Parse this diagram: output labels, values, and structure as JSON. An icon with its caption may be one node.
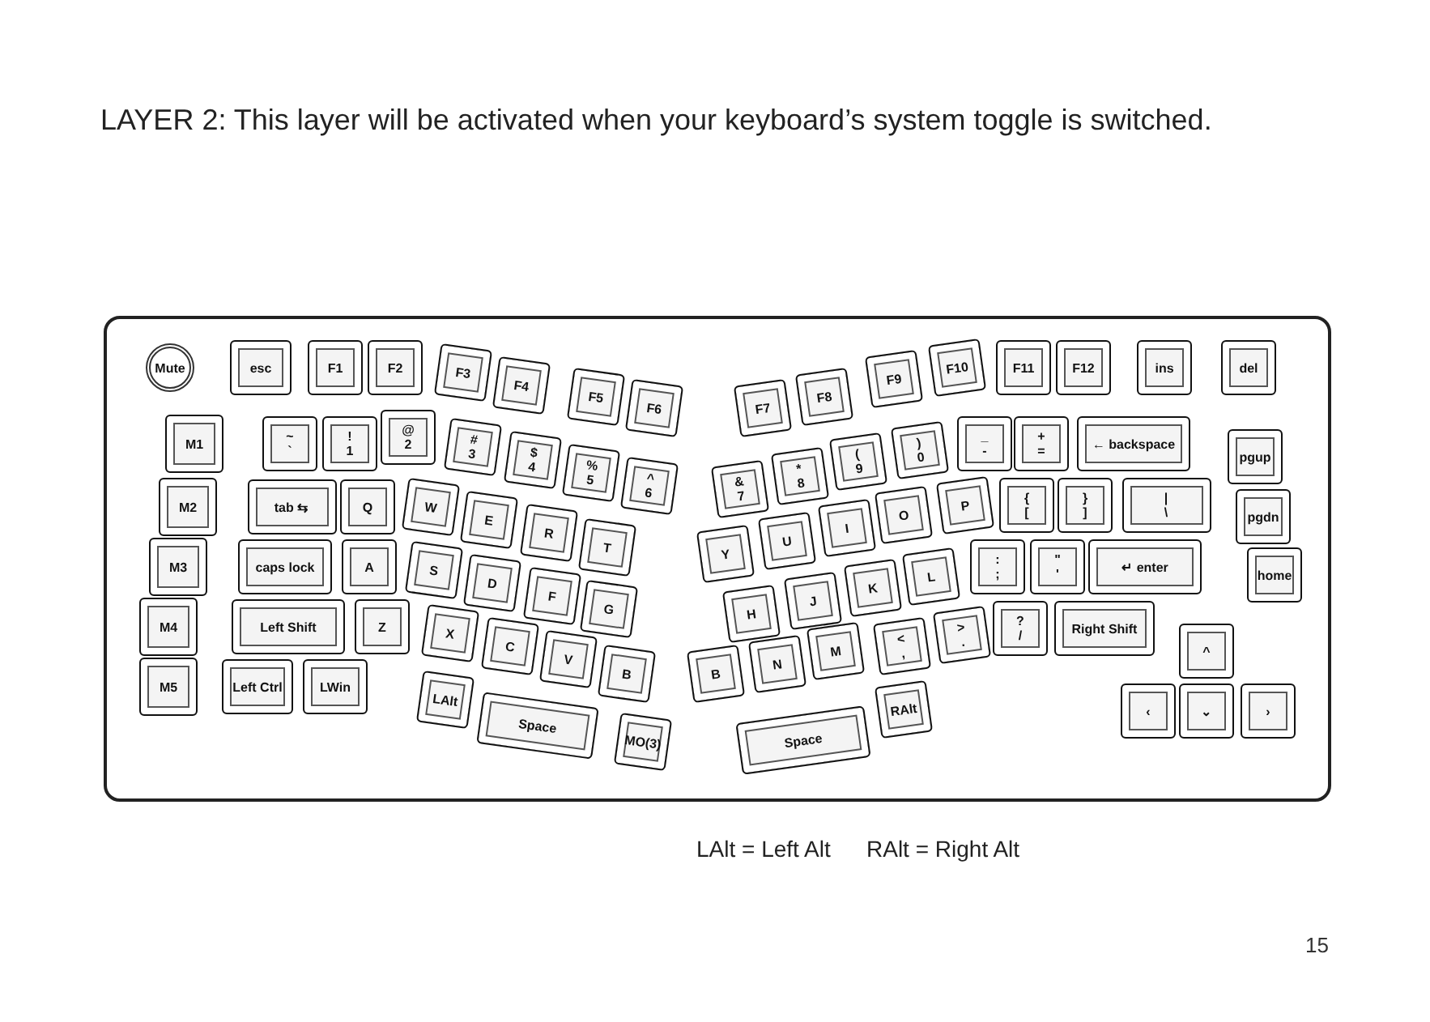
{
  "diagram": {
    "title": "LAYER 2: This layer will be activated when your keyboard’s system toggle is switched.",
    "nodes": [
      {
        "text": [],
        "shape": "box"
      },
      {
        "text": [
          "Mute"
        ],
        "in": 0
      },
      {
        "text": [
          "esc"
        ],
        "in": 0
      },
      {
        "text": [
          "F1"
        ],
        "in": 0
      },
      {
        "text": [
          "F2"
        ],
        "in": 0
      },
      {
        "text": [
          "F3"
        ],
        "in": 0
      },
      {
        "text": [
          "F4"
        ],
        "in": 0
      },
      {
        "text": [
          "F5"
        ],
        "in": 0
      },
      {
        "text": [
          "F6"
        ],
        "in": 0
      },
      {
        "text": [
          "F7"
        ],
        "in": 0
      },
      {
        "text": [
          "F8"
        ],
        "in": 0
      },
      {
        "text": [
          "F9"
        ],
        "in": 0
      },
      {
        "text": [
          "F10"
        ],
        "in": 0
      },
      {
        "text": [
          "F11"
        ],
        "in": 0
      },
      {
        "text": [
          "F12"
        ],
        "in": 0
      },
      {
        "text": [
          "ins"
        ],
        "in": 0
      },
      {
        "text": [
          "del"
        ],
        "in": 0
      },
      {
        "text": [
          "M1"
        ],
        "in": 0
      },
      {
        "text": [
          "~",
          "`"
        ],
        "in": 0
      },
      {
        "text": [
          "!",
          "1"
        ],
        "in": 0
      },
      {
        "text": [
          "@",
          "2"
        ],
        "in": 0
      },
      {
        "text": [
          "#",
          "3"
        ],
        "in": 0
      },
      {
        "text": [
          "$",
          "4"
        ],
        "in": 0
      },
      {
        "text": [
          "%",
          "5"
        ],
        "in": 0
      },
      {
        "text": [
          "^",
          "6"
        ],
        "in": 0
      },
      {
        "text": [
          "&",
          "7"
        ],
        "in": 0
      },
      {
        "text": [
          "*",
          "8"
        ],
        "in": 0
      },
      {
        "text": [
          "(",
          "9"
        ],
        "in": 0
      },
      {
        "text": [
          ")",
          "0"
        ],
        "in": 0
      },
      {
        "text": [
          "_",
          "-"
        ],
        "in": 0
      },
      {
        "text": [
          "+",
          "="
        ],
        "in": 0
      },
      {
        "text": [
          "← backspace"
        ],
        "in": 0
      },
      {
        "text": [
          "pgup"
        ],
        "in": 0
      },
      {
        "text": [
          "M2"
        ],
        "in": 0
      },
      {
        "text": [
          "tab ⇆"
        ],
        "in": 0
      },
      {
        "text": [
          "Q"
        ],
        "in": 0
      },
      {
        "text": [
          "W"
        ],
        "in": 0
      },
      {
        "text": [
          "E"
        ],
        "in": 0
      },
      {
        "text": [
          "R"
        ],
        "in": 0
      },
      {
        "text": [
          "T"
        ],
        "in": 0
      },
      {
        "text": [
          "Y"
        ],
        "in": 0
      },
      {
        "text": [
          "U"
        ],
        "in": 0
      },
      {
        "text": [
          "I"
        ],
        "in": 0
      },
      {
        "text": [
          "O"
        ],
        "in": 0
      },
      {
        "text": [
          "P"
        ],
        "in": 0
      },
      {
        "text": [
          "{",
          "["
        ],
        "in": 0
      },
      {
        "text": [
          "}",
          "]"
        ],
        "in": 0
      },
      {
        "text": [
          "|",
          "\\"
        ],
        "in": 0
      },
      {
        "text": [
          "pgdn"
        ],
        "in": 0
      },
      {
        "text": [
          "M3"
        ],
        "in": 0
      },
      {
        "text": [
          "caps lock"
        ],
        "in": 0
      },
      {
        "text": [
          "A"
        ],
        "in": 0
      },
      {
        "text": [
          "S"
        ],
        "in": 0
      },
      {
        "text": [
          "D"
        ],
        "in": 0
      },
      {
        "text": [
          "F"
        ],
        "in": 0
      },
      {
        "text": [
          "G"
        ],
        "in": 0
      },
      {
        "text": [
          "H"
        ],
        "in": 0
      },
      {
        "text": [
          "J"
        ],
        "in": 0
      },
      {
        "text": [
          "K"
        ],
        "in": 0
      },
      {
        "text": [
          "L"
        ],
        "in": 0
      },
      {
        "text": [
          ":",
          ";"
        ],
        "in": 0
      },
      {
        "text": [
          "\"",
          "'"
        ],
        "in": 0
      },
      {
        "text": [
          "↵ enter"
        ],
        "in": 0
      },
      {
        "text": [
          "home"
        ],
        "in": 0
      },
      {
        "text": [
          "M4"
        ],
        "in": 0
      },
      {
        "text": [
          "Left Shift"
        ],
        "in": 0
      },
      {
        "text": [
          "Z"
        ],
        "in": 0
      },
      {
        "text": [
          "X"
        ],
        "in": 0
      },
      {
        "text": [
          "C"
        ],
        "in": 0
      },
      {
        "text": [
          "V"
        ],
        "in": 0
      },
      {
        "text": [
          "B"
        ],
        "in": 0
      },
      {
        "text": [
          "B"
        ],
        "in": 0
      },
      {
        "text": [
          "N"
        ],
        "in": 0
      },
      {
        "text": [
          "M"
        ],
        "in": 0
      },
      {
        "text": [
          "<",
          ","
        ],
        "in": 0
      },
      {
        "text": [
          ">",
          "."
        ],
        "in": 0
      },
      {
        "text": [
          "?",
          "/"
        ],
        "in": 0
      },
      {
        "text": [
          "Right Shift"
        ],
        "in": 0
      },
      {
        "text": [
          "^"
        ],
        "in": 0
      },
      {
        "text": [
          "M5"
        ],
        "in": 0
      },
      {
        "text": [
          "Left Ctrl"
        ],
        "in": 0
      },
      {
        "text": [
          "LWin"
        ],
        "in": 0
      },
      {
        "text": [
          "LAlt"
        ],
        "in": 0
      },
      {
        "text": [
          "Space"
        ],
        "in": 0
      },
      {
        "text": [
          "MO(3)"
        ],
        "in": 0
      },
      {
        "text": [
          "Space"
        ],
        "in": 0
      },
      {
        "text": [
          "RAlt"
        ],
        "in": 0
      },
      {
        "text": [
          "‹"
        ],
        "in": 0
      },
      {
        "text": [
          "⌄"
        ],
        "in": 0
      },
      {
        "text": [
          "›"
        ],
        "in": 0
      }
    ],
    "labels": [
      "LAlt = Left Alt",
      "RAlt = Right Alt",
      "15"
    ]
  }
}
